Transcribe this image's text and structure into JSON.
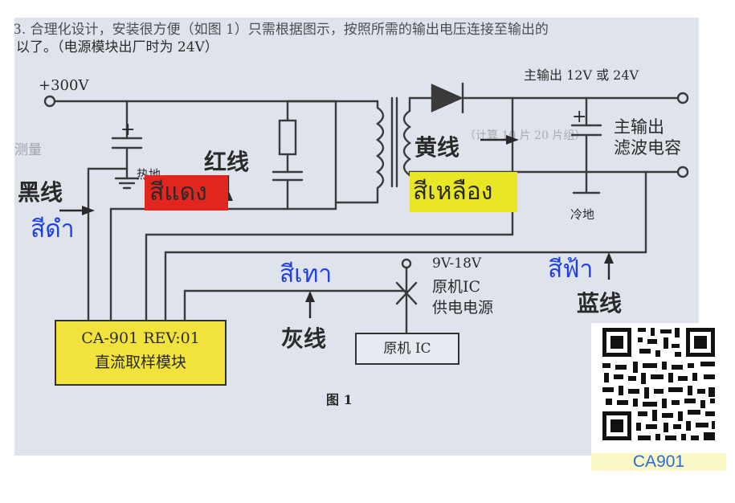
{
  "header_text": {
    "line1": "3. 合理化设计，安装很方便（如图 1）只需根据图示，按照所需的输出电压连接至输出的",
    "line2": "以了。（电源模块出厂时为 24V）"
  },
  "labels": {
    "input_voltage": "+300V",
    "main_output": "主输出 12V 或 24V",
    "main_output_cap_line1": "主输出",
    "main_output_cap_line2": "滤波电容",
    "hot_ground": "热地",
    "cold_ground": "冷地",
    "red_wire": "红线",
    "black_wire": "黑线",
    "yellow_wire": "黄线",
    "gray_wire": "灰线",
    "blue_wire": "蓝线",
    "ic_supply_voltage": "9V-18V",
    "ic_supply_line2": "原机IC",
    "ic_supply_line3": "供电电源",
    "original_ic_box": "原机 IC",
    "module_line1": "CA-901 REV:01",
    "module_line2": "直流取样模块",
    "figure_caption": "图 1",
    "faded_left": "测量",
    "faded_mid": "（计算 10 片 20 片组）"
  },
  "thai_labels": {
    "red": "สีแดง",
    "black": "สีดำ",
    "yellow": "สีเหลือง",
    "gray": "สีเทา",
    "blue": "สีฟ้า"
  },
  "colors": {
    "red_highlight": "#e0261e",
    "yellow_highlight": "#e9e626",
    "thai_blue": "#1f3fe6",
    "module_yellow": "#f1e33c",
    "photo_bg": "#dfe4ec",
    "qr_caption_text": "#2b6bd6",
    "qr_caption_bg": "#fbf8c8"
  },
  "qr": {
    "caption": "CA901"
  }
}
